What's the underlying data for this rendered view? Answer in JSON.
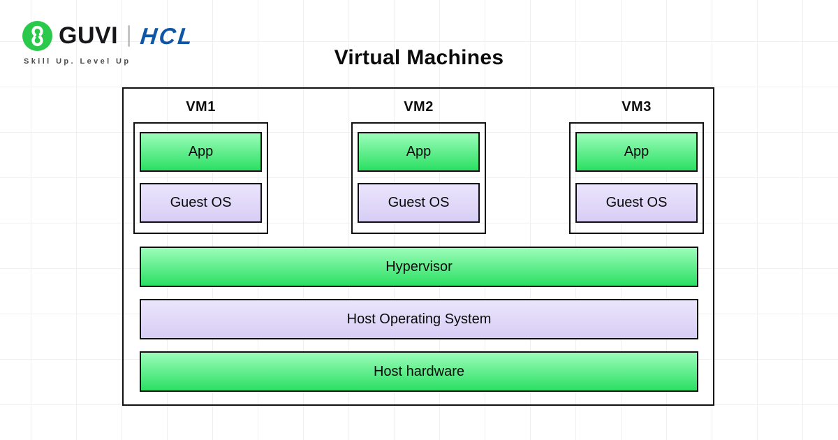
{
  "brand": {
    "guvi": "GUVI",
    "hcl": "HCL",
    "tagline": "Skill Up. Level Up"
  },
  "title": "Virtual Machines",
  "diagram": {
    "vms": [
      {
        "label": "VM1",
        "app": "App",
        "guest_os": "Guest OS"
      },
      {
        "label": "VM2",
        "app": "App",
        "guest_os": "Guest OS"
      },
      {
        "label": "VM3",
        "app": "App",
        "guest_os": "Guest OS"
      }
    ],
    "layers": [
      {
        "label": "Hypervisor",
        "style": "green"
      },
      {
        "label": "Host Operating System",
        "style": "purple"
      },
      {
        "label": "Host hardware",
        "style": "green"
      }
    ]
  },
  "colors": {
    "guvi_green": "#2bc94b",
    "hcl_blue": "#0d57a6",
    "box_green_top": "#9bfdba",
    "box_green_bottom": "#2bdf63",
    "box_purple_top": "#ebe5fc",
    "box_purple_bottom": "#d8cdf5"
  }
}
